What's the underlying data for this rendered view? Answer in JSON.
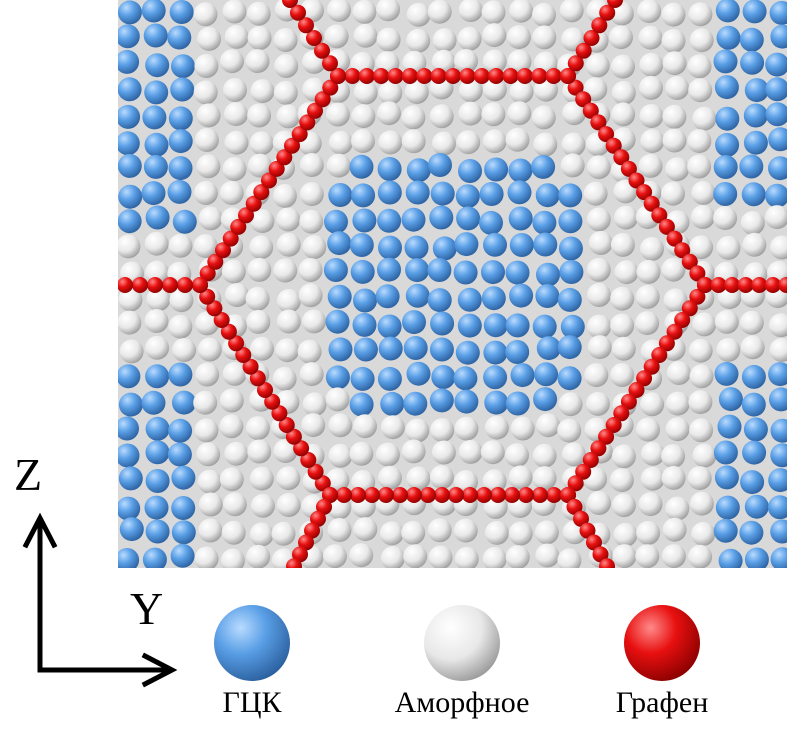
{
  "axes": {
    "vertical": "Z",
    "horizontal": "Y"
  },
  "legend": [
    {
      "key": "fcc",
      "label": "ГЦК",
      "color": "#4a90d9"
    },
    {
      "key": "amorphous",
      "label": "Аморфное",
      "color": "#e6e6e6"
    },
    {
      "key": "graphene",
      "label": "Графен",
      "color": "#e01010"
    }
  ]
}
